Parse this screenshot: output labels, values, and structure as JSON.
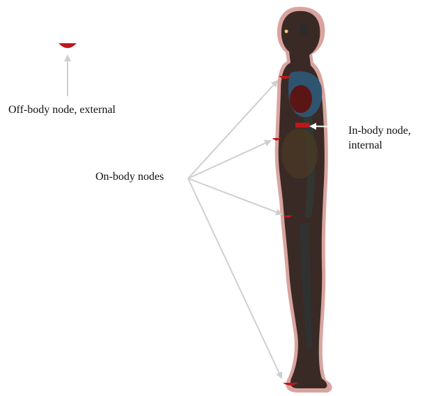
{
  "labels": {
    "off_body": "Off-body node, external",
    "on_body": "On-body nodes",
    "in_body_line1": "In-body node,",
    "in_body_line2": "internal"
  },
  "colors": {
    "node_red": "#c0161b",
    "arrow_gray": "#cfcfcf",
    "body_dark": "#3a2a26",
    "skin_outline": "#d9a4a0",
    "lung_blue": "#2f5470",
    "heart_red": "#5b1515",
    "text": "#111111"
  }
}
